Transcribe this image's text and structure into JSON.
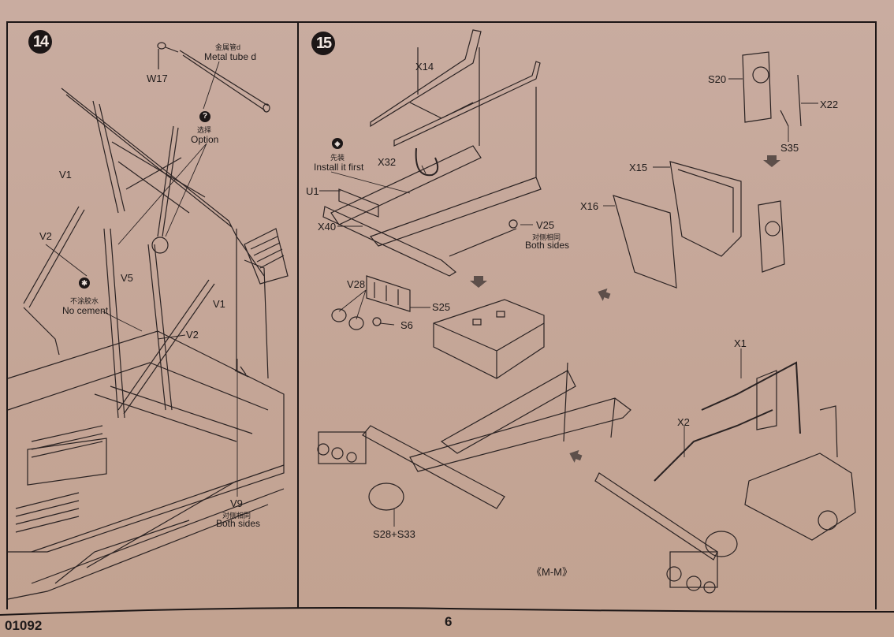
{
  "document": {
    "kit_code": "01092",
    "page_number": "6",
    "background_color": "#c4a596",
    "ink_color": "#1c1616"
  },
  "step14": {
    "number": "14",
    "labels": {
      "w17": "W17",
      "metal_tube_cn": "金属管d",
      "metal_tube_en": "Metal tube d",
      "option_cn": "选择",
      "option_en": "Option",
      "v1_top": "V1",
      "v2_left": "V2",
      "v5": "V5",
      "v1_right": "V1",
      "no_cement_cn": "不涂胶水",
      "no_cement_en": "No cement",
      "v2_mid": "V2",
      "v9": "V9",
      "both_sides_cn": "对侧相同",
      "both_sides_en": "Both sides"
    },
    "icons": {
      "option": "question-icon",
      "no_cement": "no-glue-icon"
    }
  },
  "step15": {
    "number": "15",
    "labels": {
      "x14": "X14",
      "install_first_cn": "先装",
      "install_first_en": "Install it first",
      "x32": "X32",
      "u1": "U1",
      "x40": "X40",
      "v25": "V25",
      "v25_both_cn": "对侧相同",
      "v25_both_en": "Both sides",
      "v28": "V28",
      "s25": "S25",
      "s6": "S6",
      "s20": "S20",
      "x22": "X22",
      "s35": "S35",
      "x15": "X15",
      "x16": "X16",
      "x1": "X1",
      "x2": "X2",
      "s28_s33": "S28+S33",
      "view_label": "《M-M》"
    },
    "icons": {
      "install_first": "install-first-icon"
    }
  }
}
